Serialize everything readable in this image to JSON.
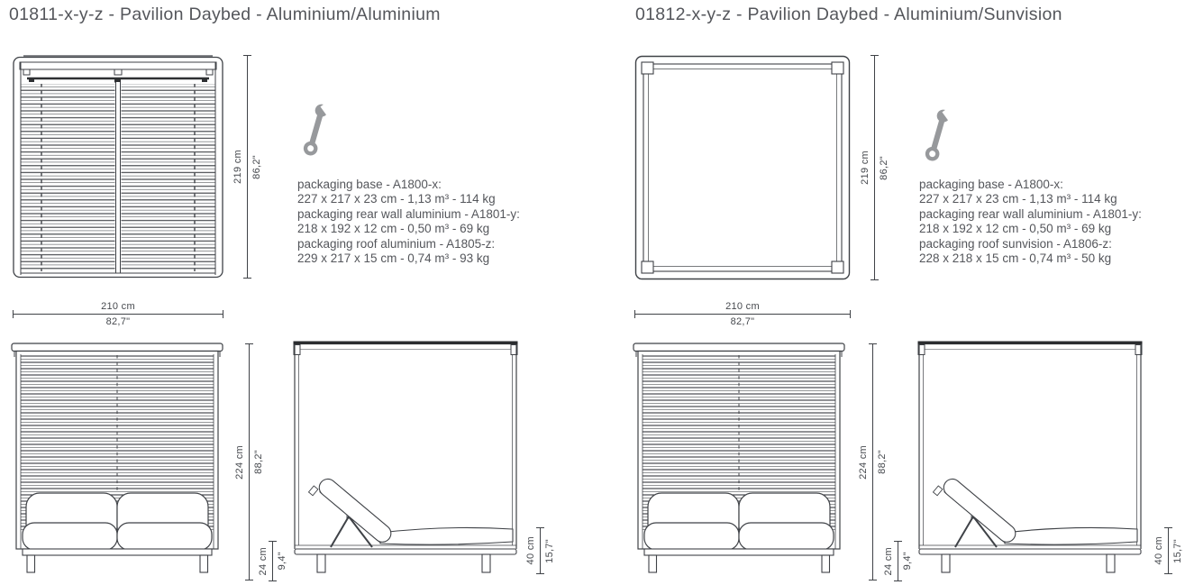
{
  "colors": {
    "line": "#3f4247",
    "text": "#54565b",
    "dim_text": "#46494e",
    "wrench": "#97999c",
    "background": "#ffffff"
  },
  "icons": {
    "wrench": "assembly-wrench-icon"
  },
  "products": [
    {
      "title": "01811-x-y-z - Pavilion Daybed - Aluminium/Aluminium",
      "packaging": [
        {
          "label": "packaging base - A1800-x:",
          "value": "227 x 217 x 23 cm - 1,13 m³ - 114 kg"
        },
        {
          "label": "packaging rear wall aluminium - A1801-y:",
          "value": "218 x 192 x 12 cm - 0,50 m³ - 69 kg"
        },
        {
          "label": "packaging roof aluminium - A1805-z:",
          "value": "229 x 217 x 15 cm - 0,74 m³ - 93 kg"
        }
      ],
      "dims": {
        "depth_cm": "219 cm",
        "depth_in": "86,2\"",
        "width_cm": "210 cm",
        "width_in": "82,7\"",
        "height_cm": "224 cm",
        "height_in": "88,2\"",
        "base_cm": "24 cm",
        "base_in": "9,4\"",
        "seat_cm": "40 cm",
        "seat_in": "15,7\""
      }
    },
    {
      "title": "01812-x-y-z - Pavilion Daybed - Aluminium/Sunvision",
      "packaging": [
        {
          "label": "packaging base - A1800-x:",
          "value": "227 x 217 x 23 cm - 1,13 m³ - 114 kg"
        },
        {
          "label": "packaging rear wall aluminium - A1801-y:",
          "value": "218 x 192 x 12 cm - 0,50 m³ - 69 kg"
        },
        {
          "label": "packaging roof sunvision - A1806-z:",
          "value": "228 x 218 x 15 cm - 0,74 m³ - 50 kg"
        }
      ],
      "dims": {
        "depth_cm": "219 cm",
        "depth_in": "86,2\"",
        "width_cm": "210 cm",
        "width_in": "82,7\"",
        "height_cm": "224 cm",
        "height_in": "88,2\"",
        "base_cm": "24 cm",
        "base_in": "9,4\"",
        "seat_cm": "40 cm",
        "seat_in": "15,7\""
      }
    }
  ]
}
